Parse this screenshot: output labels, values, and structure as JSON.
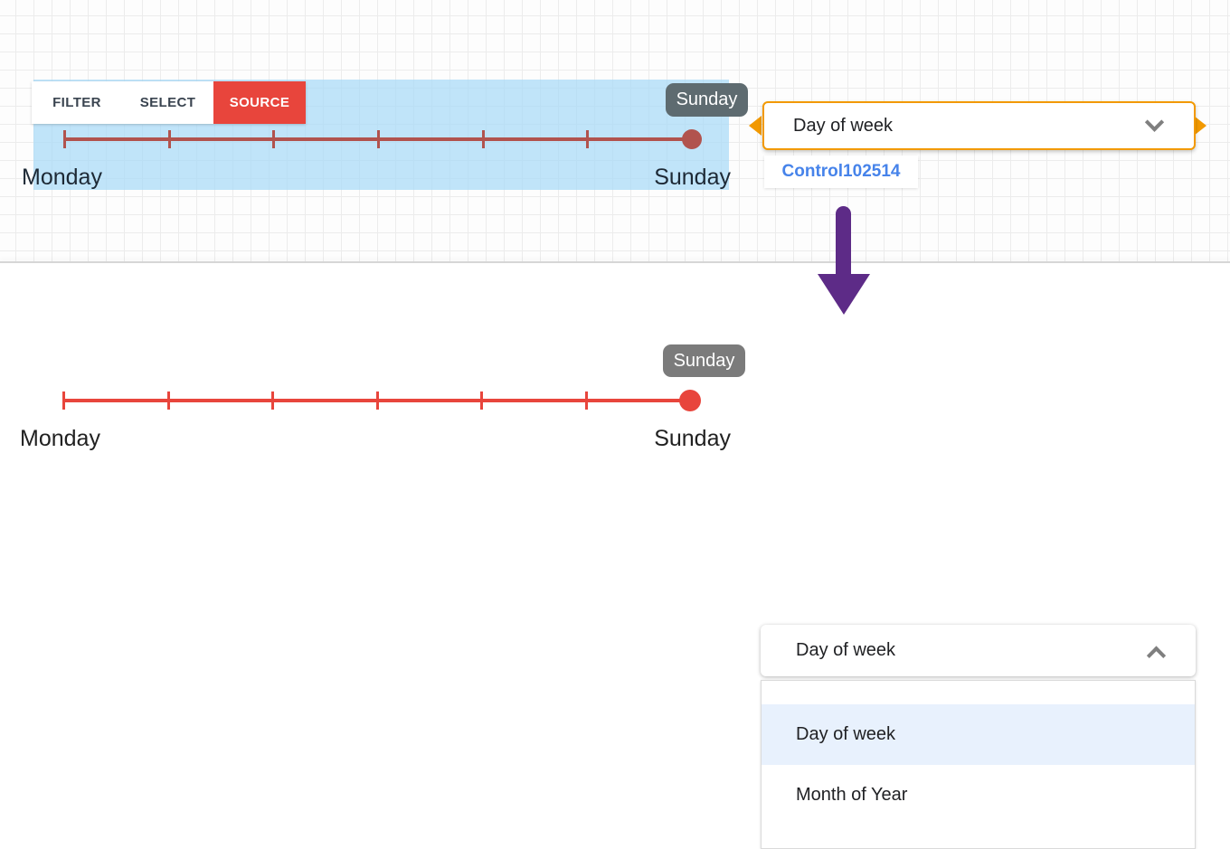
{
  "colors": {
    "accent_red": "#e8453c",
    "selection_blue": "#a8daf6",
    "selection_orange": "#f29900",
    "slider_red_top": "#b1534e",
    "slider_red_bottom": "#e8453c",
    "tooltip_gray_top": "#5e6b70",
    "tooltip_gray_bottom": "#7b7b7b",
    "control_id_blue": "#4683ea",
    "arrow_purple": "#5d2b87",
    "option_highlight_blue": "#e8f1fd"
  },
  "editor": {
    "tabs": [
      {
        "label": "FILTER",
        "active": false
      },
      {
        "label": "SELECT",
        "active": false
      },
      {
        "label": "SOURCE",
        "active": true
      }
    ],
    "slider": {
      "min_label": "Monday",
      "max_label": "Sunday",
      "tooltip": "Sunday",
      "tick_count": 7
    },
    "field_picker": {
      "value": "Day of week",
      "chevron": "down",
      "control_id": "Control102514"
    }
  },
  "preview": {
    "slider": {
      "min_label": "Monday",
      "max_label": "Sunday",
      "tooltip": "Sunday",
      "tick_count": 7
    },
    "dropdown": {
      "value": "Day of week",
      "chevron": "up",
      "options": [
        {
          "label": "Day of week",
          "selected": true
        },
        {
          "label": "Month of Year",
          "selected": false
        }
      ]
    }
  }
}
